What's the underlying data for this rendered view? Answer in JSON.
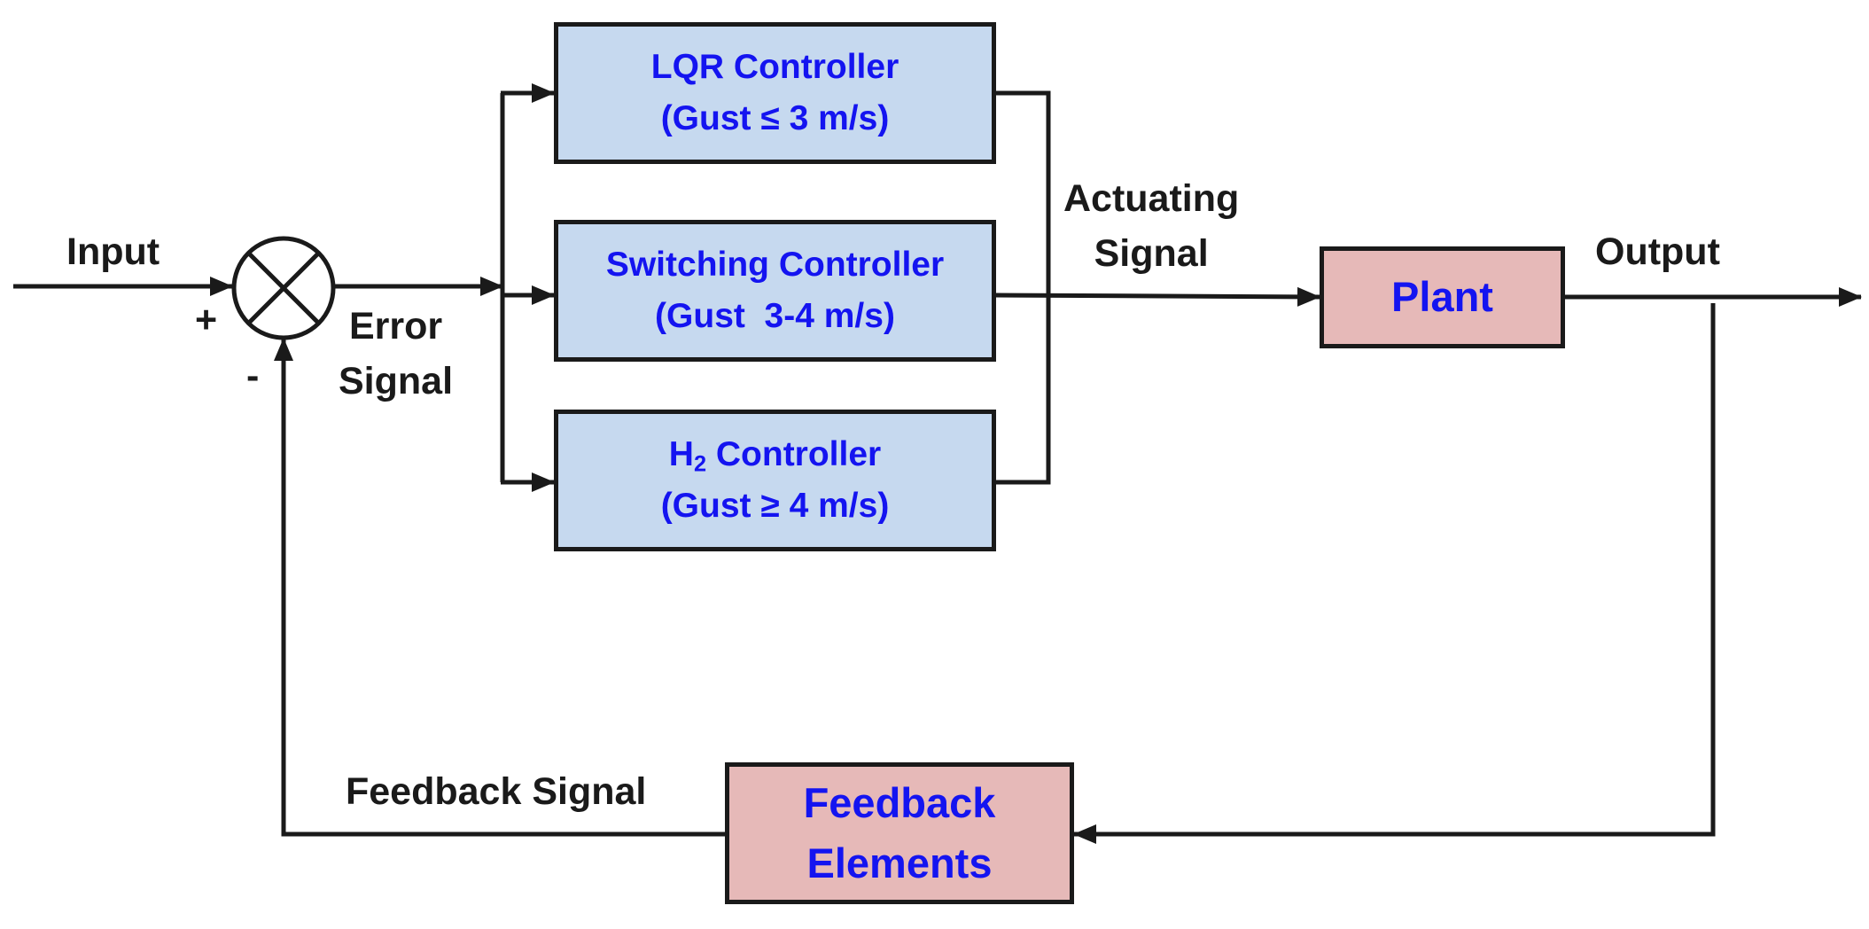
{
  "labels": {
    "input": "Input",
    "plus": "+",
    "minus": "-",
    "error_line1": "Error",
    "error_line2": "Signal",
    "actuating_line1": "Actuating",
    "actuating_line2": "Signal",
    "output": "Output",
    "feedback_signal": "Feedback Signal"
  },
  "blocks": {
    "lqr": {
      "line1": "LQR Controller",
      "line2": "(Gust ≤ 3 m/s)"
    },
    "switching": {
      "line1": "Switching Controller",
      "line2": "(Gust  3-4 m/s)"
    },
    "h2": {
      "line1_main": "H",
      "line1_sub": "2",
      "line1_rest": " Controller",
      "line2": "(Gust ≥ 4 m/s)"
    },
    "plant": {
      "label": "Plant"
    },
    "feedback": {
      "line1": "Feedback",
      "line2": "Elements"
    }
  },
  "colors": {
    "controller_fill": "#c6d9ef",
    "plant_fill": "#e6b9b8",
    "block_text": "#1414f0",
    "line": "#1a1a1a"
  }
}
